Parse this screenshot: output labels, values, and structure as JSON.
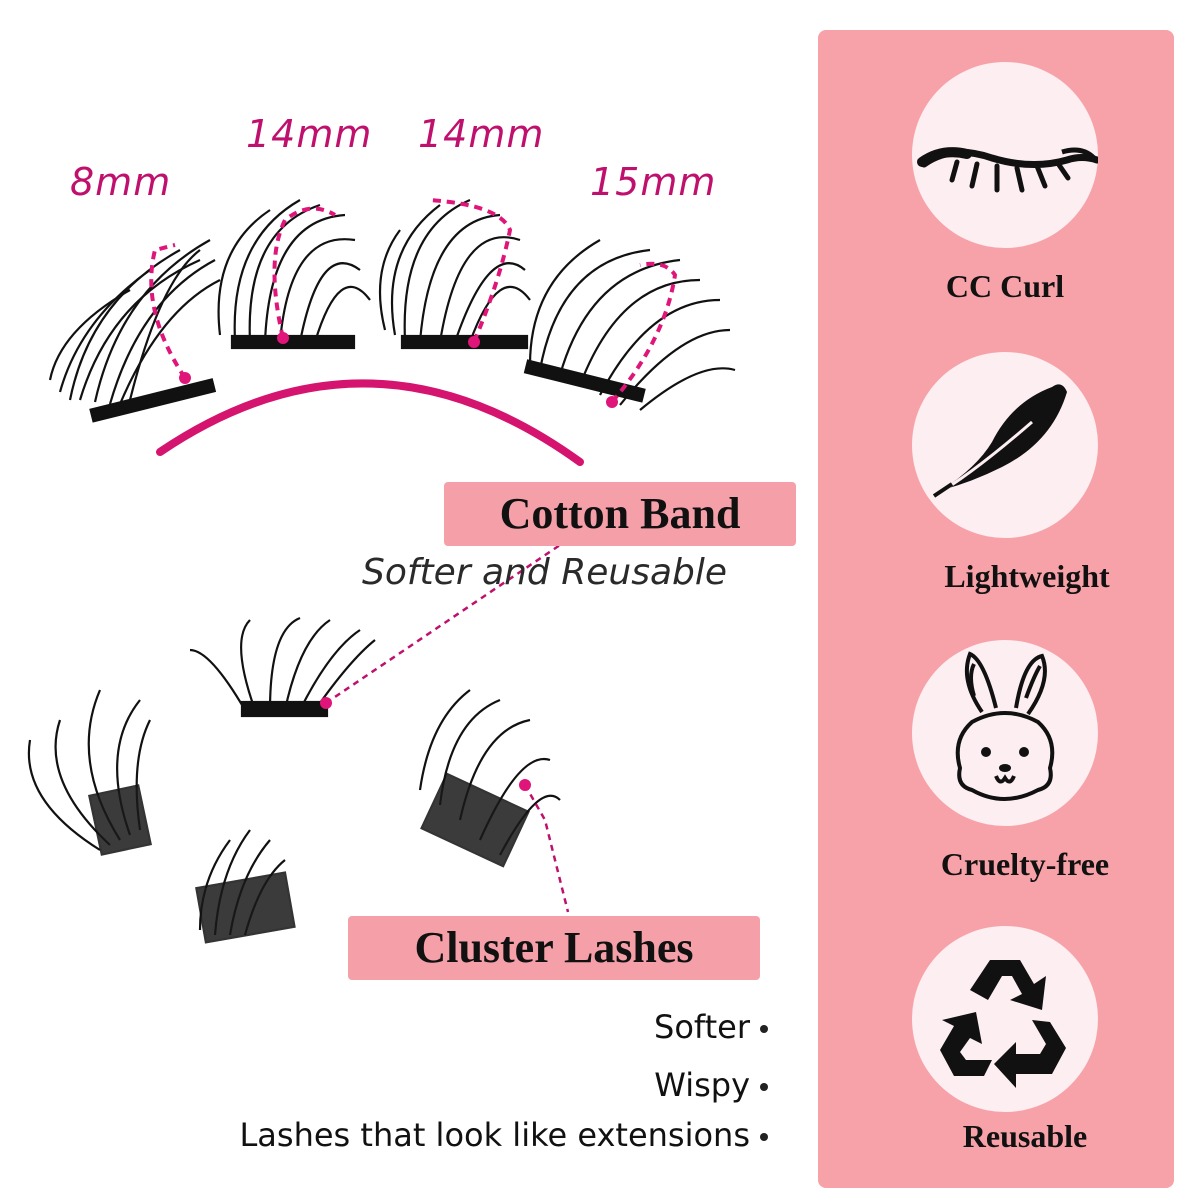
{
  "lengths": [
    "8mm",
    "14mm",
    "14mm",
    "15mm"
  ],
  "tags": {
    "cotton_band": "Cotton Band",
    "cotton_band_sub": "Softer and Reusable",
    "cluster_lashes": "Cluster Lashes"
  },
  "bullets": [
    "Softer",
    "Wispy",
    "Lashes that look like extensions"
  ],
  "features": [
    {
      "label": "CC Curl",
      "icon": "closed-eye-lash-icon"
    },
    {
      "label": "Lightweight",
      "icon": "feather-icon"
    },
    {
      "label": "Cruelty-free",
      "icon": "bunny-icon"
    },
    {
      "label": "Reusable",
      "icon": "recycle-icon"
    }
  ],
  "colors": {
    "accent": "#c0106e",
    "panel": "#f7a2a8",
    "tag": "#f5a0a8",
    "circle": "#fdeef2"
  }
}
